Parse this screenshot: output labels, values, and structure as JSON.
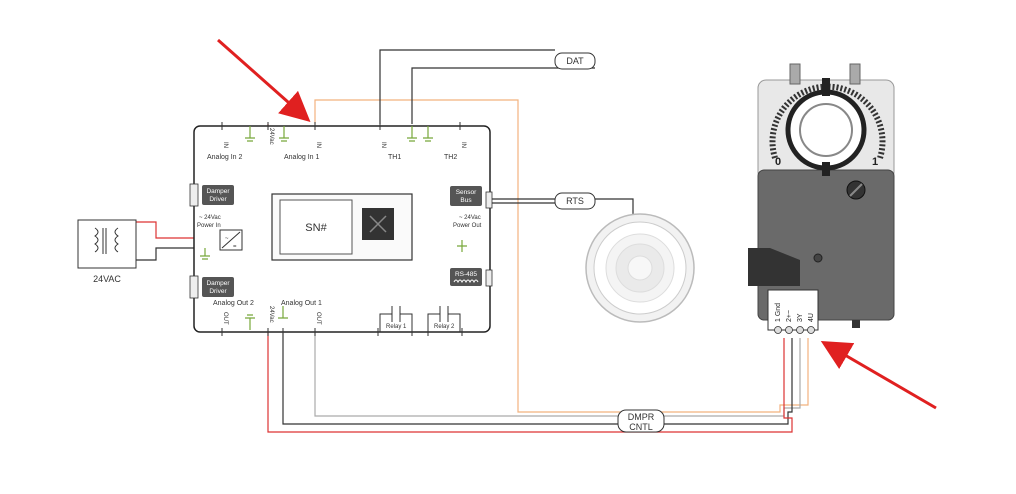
{
  "transformer": {
    "label": "24VAC"
  },
  "controller": {
    "display_label": "SN#",
    "inputs": {
      "analog_in_2": "Analog In 2",
      "analog_in_1": "Analog In 1",
      "th1": "TH1",
      "th2": "TH2",
      "pin_in": "IN",
      "pin_24vac": "24Vac"
    },
    "outputs": {
      "analog_out_2": "Analog Out 2",
      "analog_out_1": "Analog Out 1",
      "pin_out": "OUT",
      "pin_24vac": "24Vac"
    },
    "damper_driver_top": [
      "Damper",
      "Driver"
    ],
    "damper_driver_bottom": [
      "Damper",
      "Driver"
    ],
    "power_in": [
      "~ 24Vac",
      "Power In"
    ],
    "sensor_bus": [
      "Sensor",
      "Bus"
    ],
    "power_out": [
      "~ 24Vac",
      "Power Out"
    ],
    "rs485": "RS-485",
    "relay_1": "Relay 1",
    "relay_2": "Relay 2"
  },
  "cables": {
    "dat": "DAT",
    "rts": "RTS",
    "dmpr_cntl": [
      "DMPR",
      "CNTL"
    ]
  },
  "actuator": {
    "scale_min": "0",
    "scale_max": "1",
    "terminals": [
      "1 Gnd",
      "2+~",
      "3Y",
      "4U"
    ]
  },
  "colors": {
    "wire_red": "#dd3333",
    "wire_orange": "#f2b27e",
    "wire_gray": "#aaaaaa",
    "wire_black": "#333333",
    "arrow_red": "#e02020",
    "ground_green": "#77a83a",
    "chip_dark": "#555555"
  }
}
